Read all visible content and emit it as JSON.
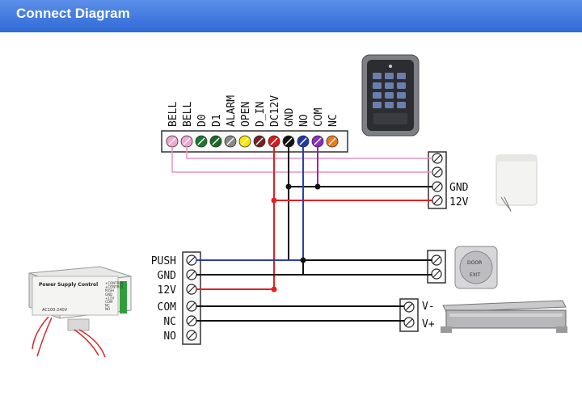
{
  "header": {
    "title": "Connect Diagram",
    "color": "#3b73dc"
  },
  "controller_terminals": [
    "BELL",
    "BELL",
    "D0",
    "D1",
    "ALARM",
    "OPEN",
    "D_IN",
    "DC12V",
    "GND",
    "NO",
    "COM",
    "NC"
  ],
  "bell_terminal": {
    "labels": [
      "GND",
      "12V"
    ]
  },
  "power_supply_terminals": [
    "PUSH",
    "GND",
    "12V",
    "COM",
    "NC",
    "NO"
  ],
  "lock_terminal": {
    "labels": [
      "V-",
      "V+"
    ]
  },
  "power_supply_box": {
    "title": "Power Supply Control",
    "input": "AC100-240V",
    "side_labels": [
      "+CONTROL",
      "+CONTROL",
      "PUSH",
      "GND",
      "+12V",
      "COM",
      "NC",
      "NO"
    ]
  },
  "exit_button": {
    "text": [
      "DOOR",
      "EXIT"
    ]
  },
  "wire_colors": {
    "pink": "#e893c5",
    "red": "#e32020",
    "black": "#111111",
    "blue": "#2a3fb2",
    "purple": "#8a2bb5"
  }
}
